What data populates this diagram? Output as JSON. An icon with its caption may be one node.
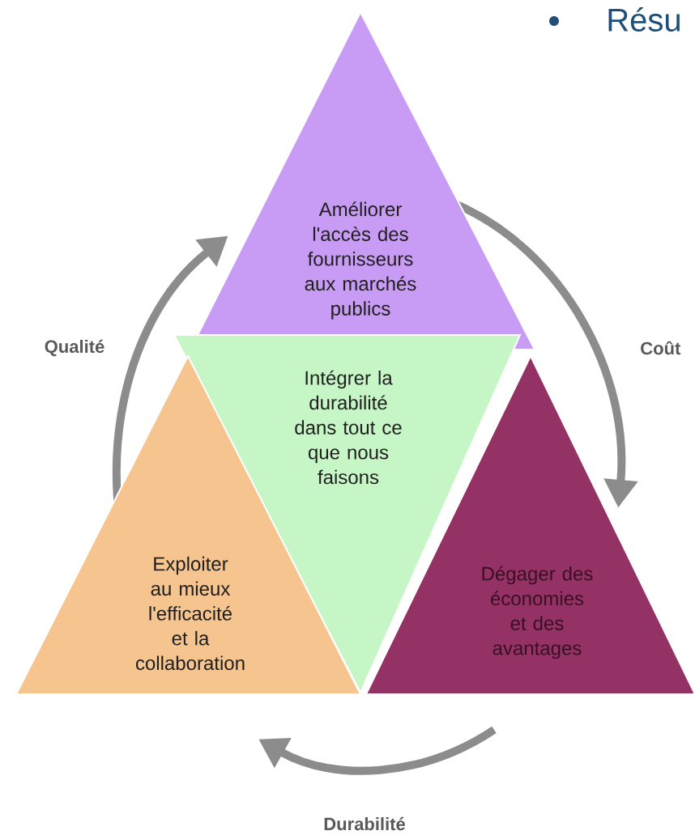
{
  "diagram": {
    "nodes": [
      {
        "text": [
          "Améliorer l'accès des fournisseurs aux marchés publics"
        ]
      },
      {
        "text": [
          "Intégrer la durabilité dans tout ce que nous faisons"
        ]
      },
      {
        "text": [
          "Exploiter au mieux l'efficacité et la collaboration"
        ]
      },
      {
        "text": [
          "Dégager des économies et des avantages"
        ]
      }
    ],
    "labels": [
      "Résu",
      "Qualité",
      "Coût",
      "Durabilité"
    ]
  }
}
